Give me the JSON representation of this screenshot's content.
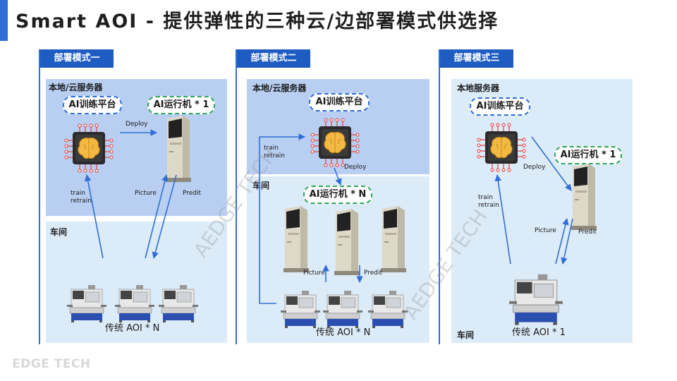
{
  "title": "Smart AOI - 提供弹性的三种云/边部署模式供选择",
  "footer": "EDGE TECH",
  "watermark": "AEDGE TECH",
  "colors": {
    "accent": "#2f6fd6",
    "label_bg": "#1f5cc2",
    "cloud_zone": "#b9cff2",
    "shop_zone": "#dcebf8",
    "green_dash": "#2da55a"
  },
  "modes": [
    {
      "label": "部署模式一",
      "server_label": "本地/云服务器",
      "workshop_label": "车间",
      "training_platform": "AI训练平台",
      "inference": "AI运行机 * 1",
      "deploy": "Deploy",
      "train": "train",
      "retrain": "retrain",
      "picture": "Picture",
      "predit": "Predit",
      "aoi_caption": "传统 AOI * N"
    },
    {
      "label": "部署模式二",
      "server_label": "本地/云服务器",
      "workshop_label": "车间",
      "training_platform": "AI训练平台",
      "inference": "AI运行机 * N",
      "deploy": "Deploy",
      "train": "train",
      "retrain": "retrain",
      "picture": "Picture",
      "predit": "Predit",
      "aoi_caption": "传统 AOI * N"
    },
    {
      "label": "部署模式三",
      "server_label": "本地服务器",
      "workshop_label": "车间",
      "training_platform": "AI训练平台",
      "inference": "AI运行机 * 1",
      "deploy": "Deploy",
      "train": "train",
      "retrain": "retrain",
      "picture": "Picture",
      "predit": "Predit",
      "aoi_caption": "传统 AOI * 1"
    }
  ]
}
